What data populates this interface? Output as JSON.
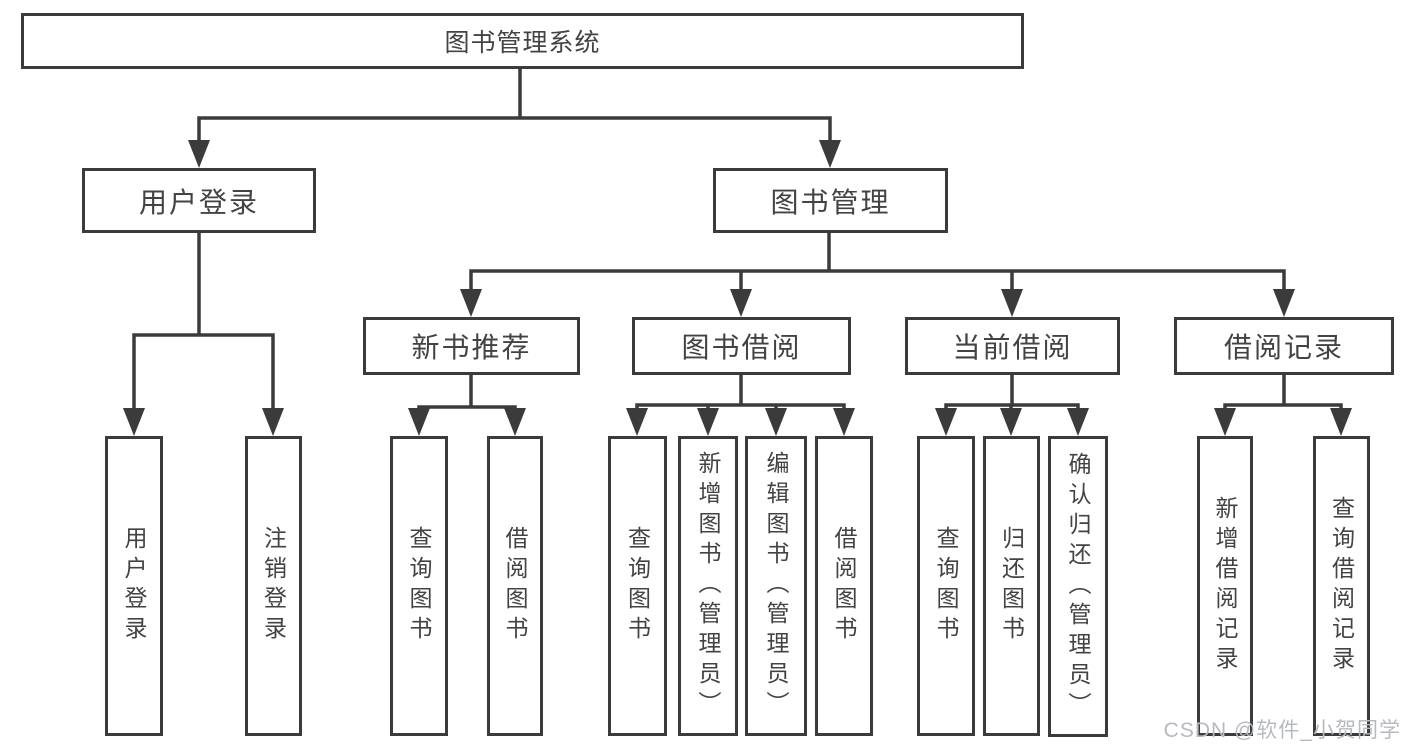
{
  "tree": {
    "root": "图书管理系统",
    "branches": [
      {
        "label": "用户登录",
        "children": [
          "用户登录",
          "注销登录"
        ]
      },
      {
        "label": "图书管理",
        "children": [
          {
            "label": "新书推荐",
            "children": [
              "查询图书",
              "借阅图书"
            ]
          },
          {
            "label": "图书借阅",
            "children": [
              "查询图书",
              "新增图书（管理员）",
              "编辑图书（管理员）",
              "借阅图书"
            ]
          },
          {
            "label": "当前借阅",
            "children": [
              "查询图书",
              "归还图书",
              "确认归还（管理员）"
            ]
          },
          {
            "label": "借阅记录",
            "children": [
              "新增借阅记录",
              "查询借阅记录"
            ]
          }
        ]
      }
    ]
  },
  "watermark": "CSDN @软件_小贺同学",
  "colors": {
    "line": "#3b3b3b",
    "text": "#434343",
    "watermark": "#b6bac0",
    "background": "#ffffff"
  }
}
